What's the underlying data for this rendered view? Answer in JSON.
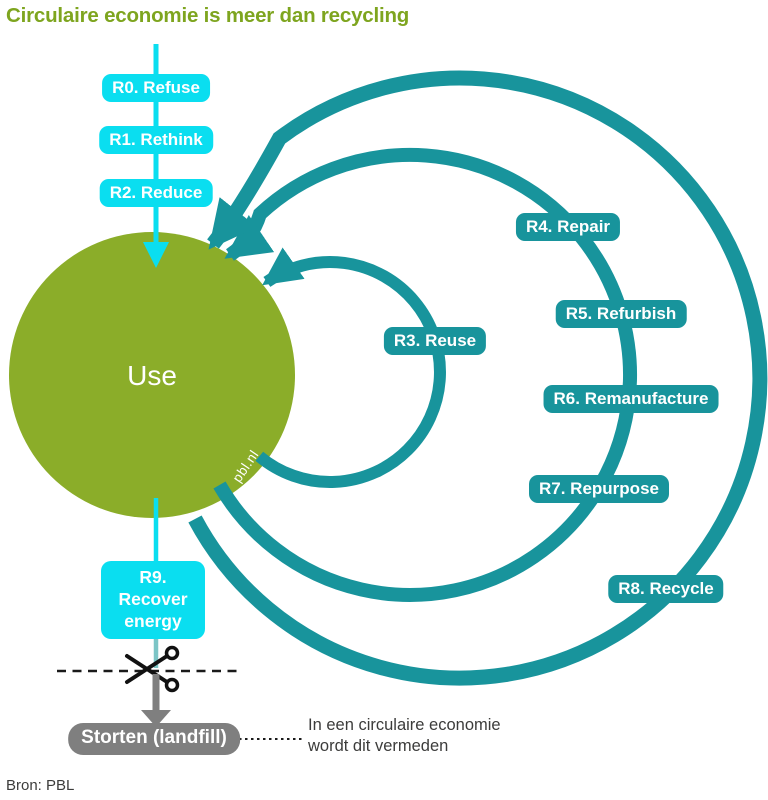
{
  "title": "Circulaire economie is meer dan recycling",
  "source": "Bron: PBL",
  "watermark": "pbl.nl",
  "colors": {
    "cyan": "#0adef0",
    "teal": "#18949c",
    "green": "#8bad29",
    "title_green": "#7ea51f",
    "gray": "#7f7f7f",
    "muted_teal": "#7cc5c6",
    "text_dark": "#3c3c3b",
    "black": "#1a1a1a"
  },
  "use_circle": {
    "label": "Use"
  },
  "reduce_chain": {
    "r0": "R0. Refuse",
    "r1": "R1. Rethink",
    "r2": "R2. Reduce"
  },
  "loops": {
    "r3": "R3. Reuse",
    "r4": "R4. Repair",
    "r5": "R5. Refurbish",
    "r6": "R6. Remanufacture",
    "r7": "R7. Repurpose",
    "r8": "R8. Recycle"
  },
  "recover": {
    "r9_line1": "R9. Recover",
    "r9_line2": "energy"
  },
  "landfill": {
    "label": "Storten (landfill)",
    "annotation_line1": "In een circulaire economie",
    "annotation_line2": "wordt dit vermeden"
  }
}
